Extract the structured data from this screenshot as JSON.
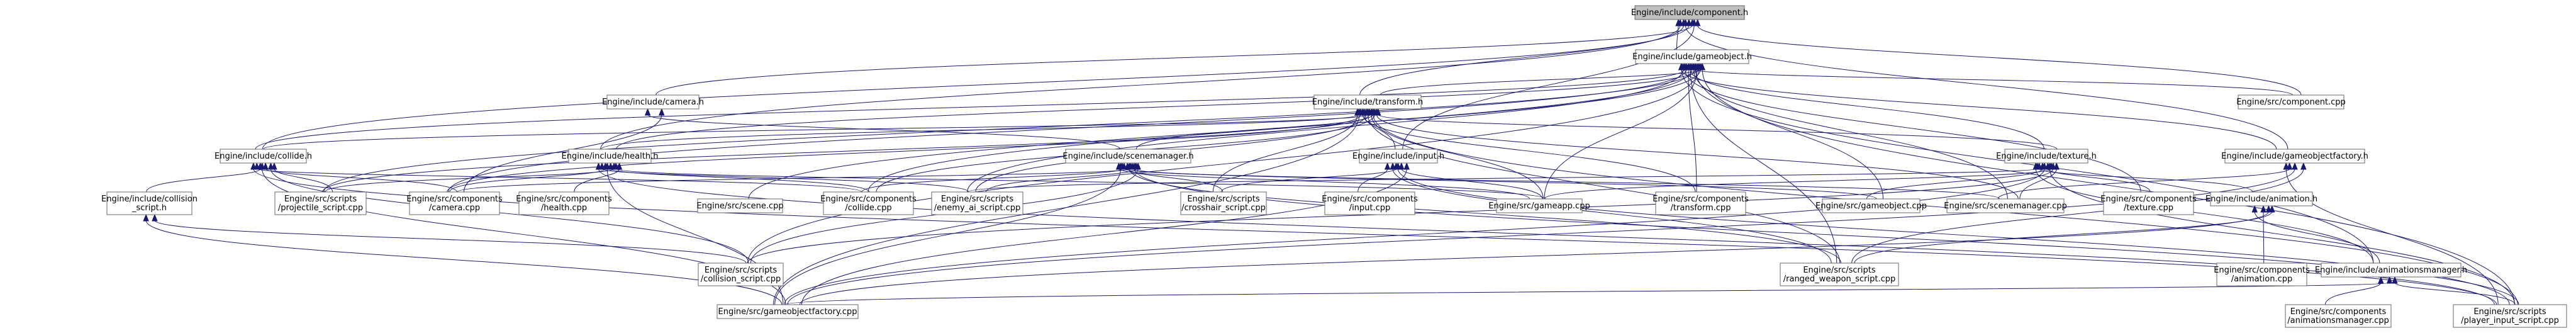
{
  "diagram": {
    "root": "n_component",
    "nodes": [
      {
        "id": "n_component",
        "lines": [
          "Engine/include/component.h"
        ],
        "root": true
      },
      {
        "id": "n_gameobject",
        "lines": [
          "Engine/include/gameobject.h"
        ]
      },
      {
        "id": "n_camera",
        "lines": [
          "Engine/include/camera.h"
        ]
      },
      {
        "id": "n_transform",
        "lines": [
          "Engine/include/transform.h"
        ]
      },
      {
        "id": "n_component_cpp",
        "lines": [
          "Engine/src/component.cpp"
        ]
      },
      {
        "id": "n_collide",
        "lines": [
          "Engine/include/collide.h"
        ]
      },
      {
        "id": "n_health",
        "lines": [
          "Engine/include/health.h"
        ]
      },
      {
        "id": "n_scenemanager",
        "lines": [
          "Engine/include/scenemanager.h"
        ]
      },
      {
        "id": "n_input",
        "lines": [
          "Engine/include/input.h"
        ]
      },
      {
        "id": "n_texture",
        "lines": [
          "Engine/include/texture.h"
        ]
      },
      {
        "id": "n_gofactory",
        "lines": [
          "Engine/include/gameobjectfactory.h"
        ]
      },
      {
        "id": "n_collision_script_h",
        "lines": [
          "Engine/include/collision",
          "_script.h"
        ]
      },
      {
        "id": "n_projectile",
        "lines": [
          "Engine/src/scripts",
          "/projectile_script.cpp"
        ]
      },
      {
        "id": "n_camera_cpp",
        "lines": [
          "Engine/src/components",
          "/camera.cpp"
        ]
      },
      {
        "id": "n_health_cpp",
        "lines": [
          "Engine/src/components",
          "/health.cpp"
        ]
      },
      {
        "id": "n_scene_cpp",
        "lines": [
          "Engine/src/scene.cpp"
        ]
      },
      {
        "id": "n_collide_cpp",
        "lines": [
          "Engine/src/components",
          "/collide.cpp"
        ]
      },
      {
        "id": "n_enemy",
        "lines": [
          "Engine/src/scripts",
          "/enemy_ai_script.cpp"
        ]
      },
      {
        "id": "n_crosshair",
        "lines": [
          "Engine/src/scripts",
          "/crosshair_script.cpp"
        ]
      },
      {
        "id": "n_input_cpp",
        "lines": [
          "Engine/src/components",
          "/input.cpp"
        ]
      },
      {
        "id": "n_gameapp",
        "lines": [
          "Engine/src/gameapp.cpp"
        ]
      },
      {
        "id": "n_transform_cpp",
        "lines": [
          "Engine/src/components",
          "/transform.cpp"
        ]
      },
      {
        "id": "n_gameobject_cpp",
        "lines": [
          "Engine/src/gameobject.cpp"
        ]
      },
      {
        "id": "n_scenemanager_cpp",
        "lines": [
          "Engine/src/scenemanager.cpp"
        ]
      },
      {
        "id": "n_texture_cpp",
        "lines": [
          "Engine/src/components",
          "/texture.cpp"
        ]
      },
      {
        "id": "n_animation_h",
        "lines": [
          "Engine/include/animation.h"
        ]
      },
      {
        "id": "n_collision_script_cpp",
        "lines": [
          "Engine/src/scripts",
          "/collision_script.cpp"
        ]
      },
      {
        "id": "n_ranged",
        "lines": [
          "Engine/src/scripts",
          "/ranged_weapon_script.cpp"
        ]
      },
      {
        "id": "n_animation_cpp",
        "lines": [
          "Engine/src/components",
          "/animation.cpp"
        ]
      },
      {
        "id": "n_animmgr_h",
        "lines": [
          "Engine/include/animationsmanager.h"
        ]
      },
      {
        "id": "n_gofactory_cpp",
        "lines": [
          "Engine/src/gameobjectfactory.cpp"
        ]
      },
      {
        "id": "n_animmgr_cpp",
        "lines": [
          "Engine/src/components",
          "/animationsmanager.cpp"
        ]
      },
      {
        "id": "n_player",
        "lines": [
          "Engine/src/scripts",
          "/player_input_script.cpp"
        ]
      }
    ],
    "edges": [
      [
        "n_component",
        "n_gameobject"
      ],
      [
        "n_component",
        "n_camera"
      ],
      [
        "n_component",
        "n_transform"
      ],
      [
        "n_component",
        "n_component_cpp"
      ],
      [
        "n_component",
        "n_collide"
      ],
      [
        "n_component",
        "n_health"
      ],
      [
        "n_component",
        "n_input"
      ],
      [
        "n_component",
        "n_gofactory"
      ],
      [
        "n_gameobject",
        "n_transform"
      ],
      [
        "n_gameobject",
        "n_component_cpp"
      ],
      [
        "n_gameobject",
        "n_collide"
      ],
      [
        "n_gameobject",
        "n_health"
      ],
      [
        "n_gameobject",
        "n_texture"
      ],
      [
        "n_gameobject",
        "n_gofactory"
      ],
      [
        "n_gameobject",
        "n_projectile"
      ],
      [
        "n_gameobject",
        "n_camera_cpp"
      ],
      [
        "n_gameobject",
        "n_scene_cpp"
      ],
      [
        "n_gameobject",
        "n_collide_cpp"
      ],
      [
        "n_gameobject",
        "n_enemy"
      ],
      [
        "n_gameobject",
        "n_gameapp"
      ],
      [
        "n_gameobject",
        "n_transform_cpp"
      ],
      [
        "n_gameobject",
        "n_gameobject_cpp"
      ],
      [
        "n_gameobject",
        "n_scenemanager_cpp"
      ],
      [
        "n_gameobject",
        "n_texture_cpp"
      ],
      [
        "n_gameobject",
        "n_collision_script_cpp"
      ],
      [
        "n_gameobject",
        "n_ranged"
      ],
      [
        "n_gameobject",
        "n_animmgr_h"
      ],
      [
        "n_gameobject",
        "n_player"
      ],
      [
        "n_camera",
        "n_scenemanager"
      ],
      [
        "n_camera",
        "n_camera_cpp"
      ],
      [
        "n_transform",
        "n_collide"
      ],
      [
        "n_transform",
        "n_health"
      ],
      [
        "n_transform",
        "n_scenemanager"
      ],
      [
        "n_transform",
        "n_input"
      ],
      [
        "n_transform",
        "n_texture"
      ],
      [
        "n_transform",
        "n_projectile"
      ],
      [
        "n_transform",
        "n_camera_cpp"
      ],
      [
        "n_transform",
        "n_collide_cpp"
      ],
      [
        "n_transform",
        "n_enemy"
      ],
      [
        "n_transform",
        "n_crosshair"
      ],
      [
        "n_transform",
        "n_gameapp"
      ],
      [
        "n_transform",
        "n_transform_cpp"
      ],
      [
        "n_transform",
        "n_scenemanager_cpp"
      ],
      [
        "n_transform",
        "n_ranged"
      ],
      [
        "n_transform",
        "n_gofactory_cpp"
      ],
      [
        "n_transform",
        "n_player"
      ],
      [
        "n_collide",
        "n_collision_script_h"
      ],
      [
        "n_collide",
        "n_projectile"
      ],
      [
        "n_collide",
        "n_camera_cpp"
      ],
      [
        "n_collide",
        "n_collide_cpp"
      ],
      [
        "n_collide",
        "n_collision_script_cpp"
      ],
      [
        "n_collide",
        "n_gofactory_cpp"
      ],
      [
        "n_collide",
        "n_player"
      ],
      [
        "n_health",
        "n_projectile"
      ],
      [
        "n_health",
        "n_camera_cpp"
      ],
      [
        "n_health",
        "n_health_cpp"
      ],
      [
        "n_health",
        "n_collide_cpp"
      ],
      [
        "n_health",
        "n_enemy"
      ],
      [
        "n_health",
        "n_gameapp"
      ],
      [
        "n_health",
        "n_gofactory_cpp"
      ],
      [
        "n_health",
        "n_player"
      ],
      [
        "n_scenemanager",
        "n_camera_cpp"
      ],
      [
        "n_scenemanager",
        "n_collide_cpp"
      ],
      [
        "n_scenemanager",
        "n_enemy"
      ],
      [
        "n_scenemanager",
        "n_crosshair"
      ],
      [
        "n_scenemanager",
        "n_gameapp"
      ],
      [
        "n_scenemanager",
        "n_gameobject_cpp"
      ],
      [
        "n_scenemanager",
        "n_scenemanager_cpp"
      ],
      [
        "n_scenemanager",
        "n_collision_script_cpp"
      ],
      [
        "n_scenemanager",
        "n_ranged"
      ],
      [
        "n_scenemanager",
        "n_gofactory_cpp"
      ],
      [
        "n_scenemanager",
        "n_player"
      ],
      [
        "n_input",
        "n_crosshair"
      ],
      [
        "n_input",
        "n_input_cpp"
      ],
      [
        "n_input",
        "n_gameapp"
      ],
      [
        "n_input",
        "n_ranged"
      ],
      [
        "n_input",
        "n_gofactory_cpp"
      ],
      [
        "n_input",
        "n_player"
      ],
      [
        "n_texture",
        "n_enemy"
      ],
      [
        "n_texture",
        "n_gameapp"
      ],
      [
        "n_texture",
        "n_gameobject_cpp"
      ],
      [
        "n_texture",
        "n_scenemanager_cpp"
      ],
      [
        "n_texture",
        "n_texture_cpp"
      ],
      [
        "n_texture",
        "n_animation_h"
      ],
      [
        "n_texture",
        "n_collision_script_cpp"
      ],
      [
        "n_texture",
        "n_gofactory_cpp"
      ],
      [
        "n_texture",
        "n_animmgr_h"
      ],
      [
        "n_texture",
        "n_player"
      ],
      [
        "n_gofactory",
        "n_scenemanager_cpp"
      ],
      [
        "n_gofactory",
        "n_ranged"
      ],
      [
        "n_gofactory",
        "n_gofactory_cpp"
      ],
      [
        "n_gofactory",
        "n_player"
      ],
      [
        "n_collision_script_h",
        "n_collision_script_cpp"
      ],
      [
        "n_collision_script_h",
        "n_gofactory_cpp"
      ],
      [
        "n_animation_h",
        "n_ranged"
      ],
      [
        "n_animation_h",
        "n_animation_cpp"
      ],
      [
        "n_animation_h",
        "n_animmgr_h"
      ],
      [
        "n_animation_h",
        "n_gofactory_cpp"
      ],
      [
        "n_animmgr_h",
        "n_gofactory_cpp"
      ],
      [
        "n_animmgr_h",
        "n_animmgr_cpp"
      ],
      [
        "n_animmgr_h",
        "n_player"
      ]
    ]
  }
}
